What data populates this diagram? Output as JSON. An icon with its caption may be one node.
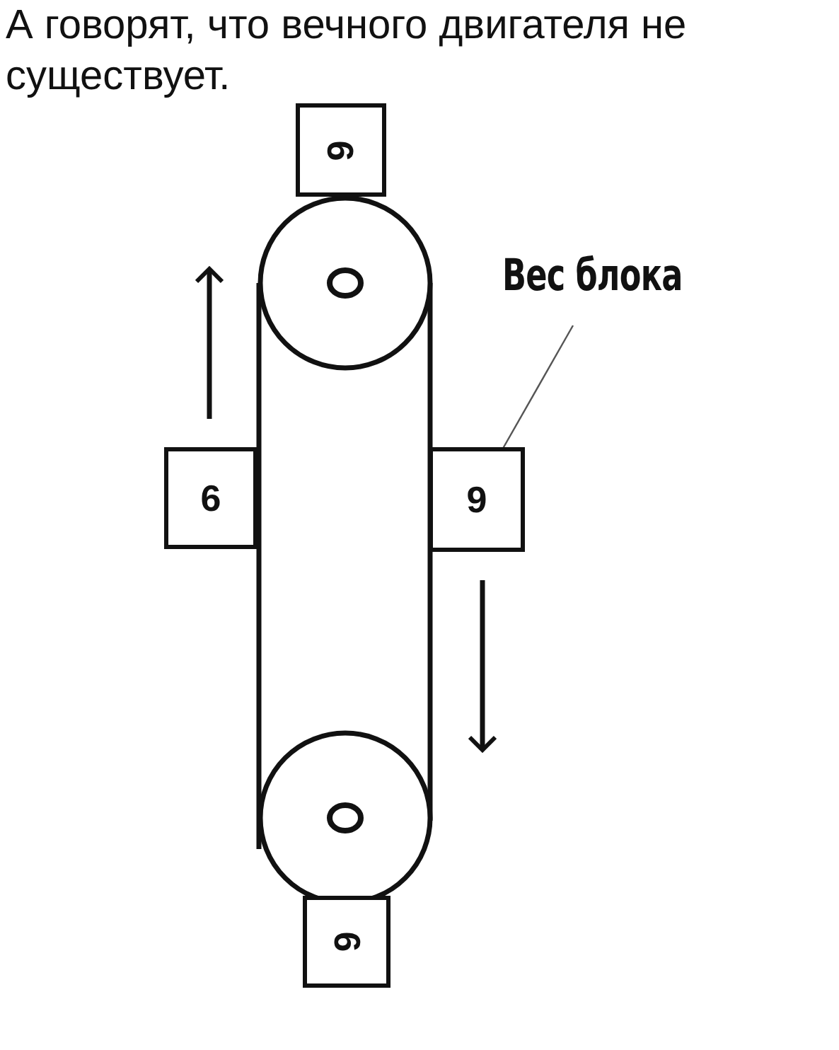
{
  "diagram": {
    "title": "А говорят, что вечного двигателя не существует.",
    "nodes": [
      {
        "text": [
          "9"
        ]
      },
      {
        "text": [
          "6"
        ]
      },
      {
        "text": [
          "9"
        ]
      },
      {
        "text": [
          "6"
        ]
      },
      {
        "text": [
          "Вес блока"
        ]
      }
    ],
    "edges": [
      {
        "from": 4,
        "to": 2,
        "arrow": "none"
      }
    ]
  }
}
